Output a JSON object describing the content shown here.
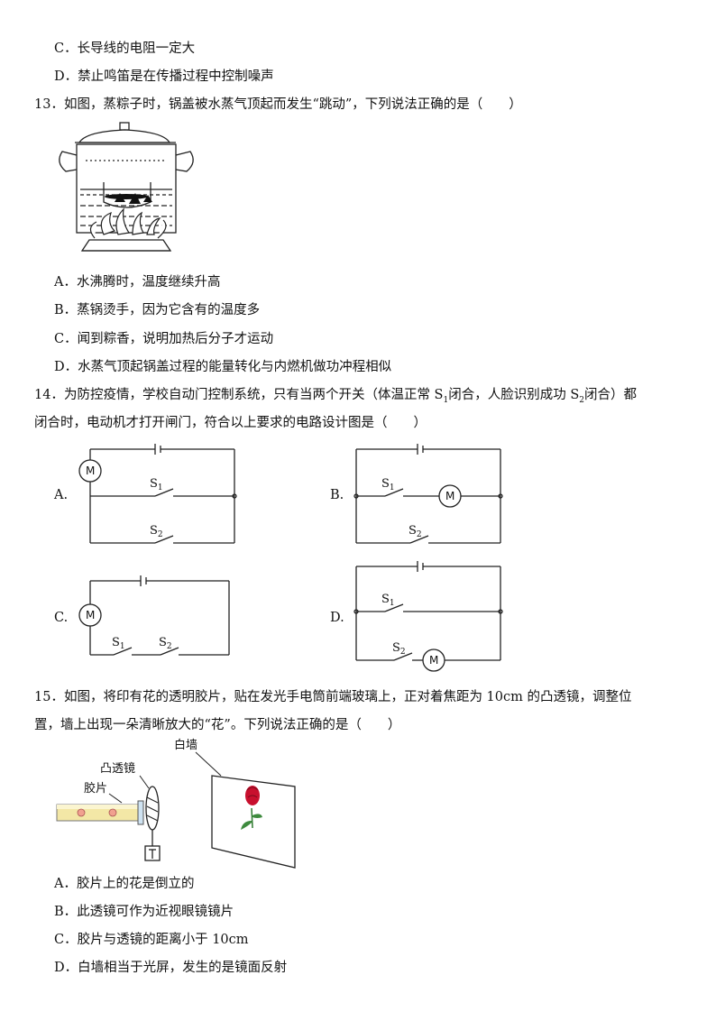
{
  "q12": {
    "option_c": "C．长导线的电阻一定大",
    "option_d": "D．禁止鸣笛是在传播过程中控制噪声"
  },
  "q13": {
    "stem": "13．如图，蒸粽子时，锅盖被水蒸气顶起而发生“跳动”，下列说法正确的是（　　）",
    "options": [
      "A．水沸腾时，温度继续升高",
      "B．蒸锅烫手，因为它含有的温度多",
      "C．闻到粽香，说明加热后分子才运动",
      "D．水蒸气顶起锅盖过程的能量转化与内燃机做功冲程相似"
    ]
  },
  "q14": {
    "stem_line1_a": "14．为防控疫情，学校自动门控制系统，只有当两个开关（体温正常 S",
    "stem_line1_sub1": "1",
    "stem_line1_b": "闭合，人脸识别成功 S",
    "stem_line1_sub2": "2",
    "stem_line1_c": "闭合）都",
    "stem_line2": "闭合时，电动机才打开闸门，符合以上要求的电路设计图是（　　）",
    "labels": [
      "A.",
      "B.",
      "C.",
      "D."
    ],
    "switch1": "S",
    "switch1_sub": "1",
    "switch2": "S",
    "switch2_sub": "2",
    "motor": "M"
  },
  "q15": {
    "stem_line1": "15．如图，将印有花的透明胶片，贴在发光手电筒前端玻璃上，正对着焦距为 10cm 的凸透镜，调整位",
    "stem_line2": "置，墙上出现一朵清晰放大的“花”。下列说法正确的是（　　）",
    "fig_labels": {
      "wall": "白墙",
      "lens": "凸透镜",
      "film": "胶片"
    },
    "options": [
      "A．胶片上的花是倒立的",
      "B．此透镜可作为近视眼镜镜片",
      "C．胶片与透镜的距离小于 10cm",
      "D．白墙相当于光屏，发生的是镜面反射"
    ]
  }
}
